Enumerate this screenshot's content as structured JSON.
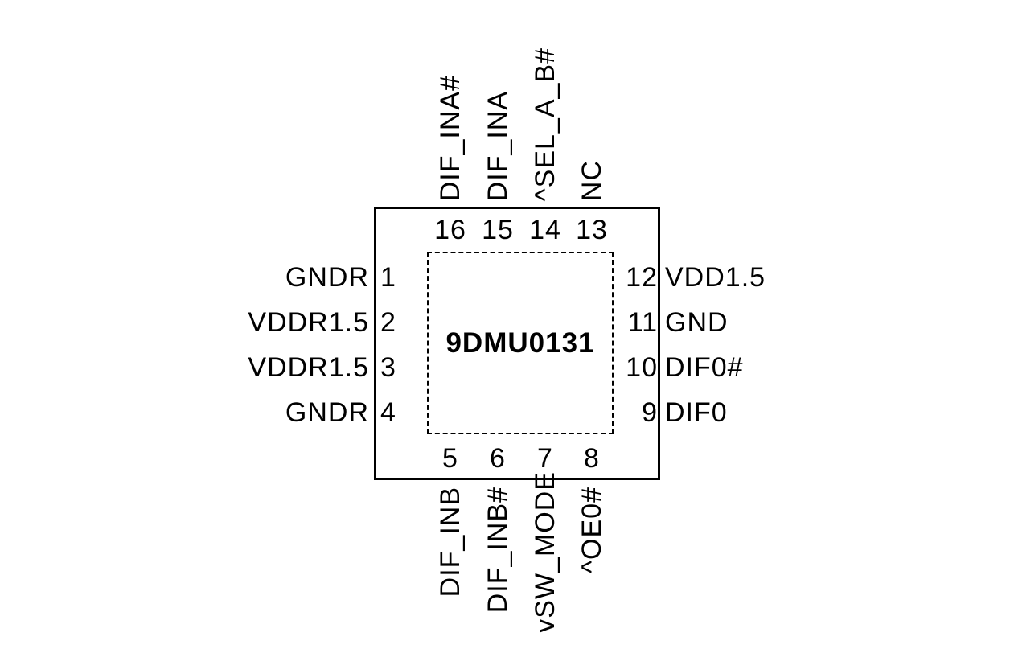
{
  "chip": {
    "part_number": "9DMU0131",
    "pin_count": 16
  },
  "colors": {
    "background": "#ffffff",
    "line": "#000000",
    "text": "#000000"
  },
  "pins": {
    "left": [
      {
        "number": "1",
        "label": "GNDR"
      },
      {
        "number": "2",
        "label": "VDDR1.5"
      },
      {
        "number": "3",
        "label": "VDDR1.5"
      },
      {
        "number": "4",
        "label": "GNDR"
      }
    ],
    "right": [
      {
        "number": "12",
        "label": "VDD1.5"
      },
      {
        "number": "11",
        "label": "GND"
      },
      {
        "number": "10",
        "label": "DIF0#"
      },
      {
        "number": "9",
        "label": "DIF0"
      }
    ],
    "top": [
      {
        "number": "16",
        "label": "DIF_INA#"
      },
      {
        "number": "15",
        "label": "DIF_INA"
      },
      {
        "number": "14",
        "label": "^SEL_A_B#"
      },
      {
        "number": "13",
        "label": "NC"
      }
    ],
    "bottom": [
      {
        "number": "5",
        "label": "DIF_INB"
      },
      {
        "number": "6",
        "label": "DIF_INB#"
      },
      {
        "number": "7",
        "label": "vSW_MODE"
      },
      {
        "number": "8",
        "label": "^OE0#"
      }
    ]
  }
}
